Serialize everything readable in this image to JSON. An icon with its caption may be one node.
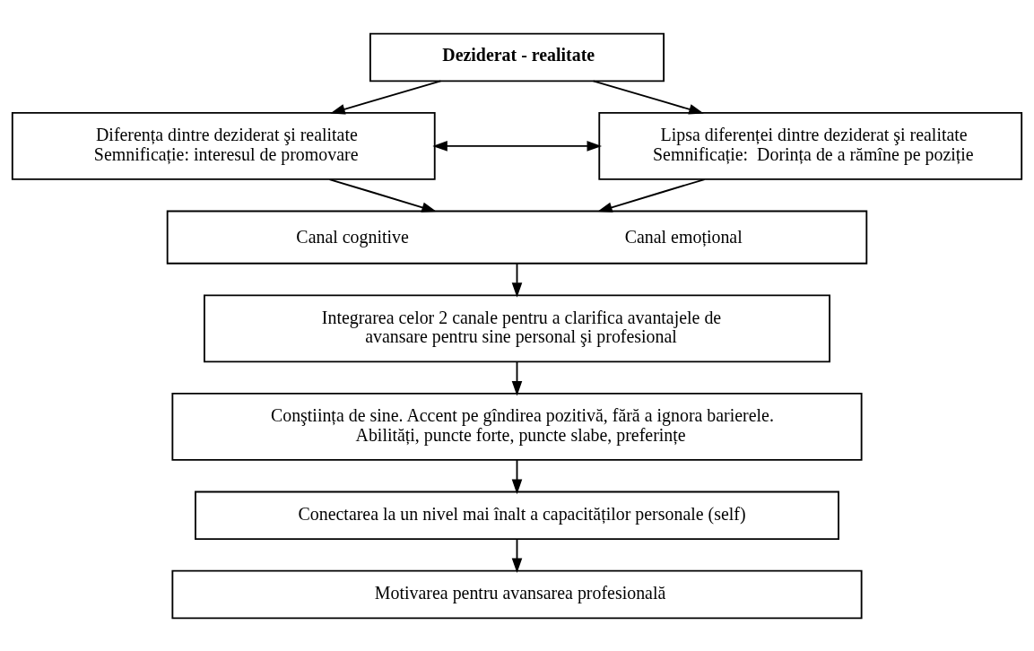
{
  "diagram": {
    "nodes": [
      {
        "text": [
          "Deziderat - realitate"
        ]
      },
      {
        "text": [
          "Diferența dintre deziderat şi realitate",
          "Semnificație: interesul de promovare"
        ]
      },
      {
        "text": [
          "Lipsa diferenței dintre deziderat şi realitate",
          "Semnificație:  Dorința de a rămîne pe poziție"
        ]
      },
      {
        "text": [
          "Canal cognitive",
          "Canal emoțional"
        ]
      },
      {
        "text": [
          "Integrarea celor 2 canale pentru a clarifica avantajele de avansare pentru sine personal şi profesional"
        ]
      },
      {
        "text": [
          "Conştiința de sine. Accent pe gîndirea pozitivă, fără a ignora barierele. Abilități, puncte forte, puncte slabe, preferințe"
        ]
      },
      {
        "text": [
          "Conectarea la un nivel mai înalt a capacităților personale (self)"
        ]
      },
      {
        "text": [
          "Motivarea pentru avansarea profesională"
        ]
      }
    ],
    "edges": [
      {
        "from": 0,
        "to": 1,
        "arrow": "to"
      },
      {
        "from": 0,
        "to": 2,
        "arrow": "to"
      },
      {
        "from": 1,
        "to": 2,
        "arrow": "both"
      },
      {
        "from": 1,
        "to": 3,
        "arrow": "to"
      },
      {
        "from": 2,
        "to": 3,
        "arrow": "to"
      },
      {
        "from": 3,
        "to": 4,
        "arrow": "to"
      },
      {
        "from": 4,
        "to": 5,
        "arrow": "to"
      },
      {
        "from": 5,
        "to": 6,
        "arrow": "to"
      },
      {
        "from": 6,
        "to": 7,
        "arrow": "to"
      }
    ]
  }
}
